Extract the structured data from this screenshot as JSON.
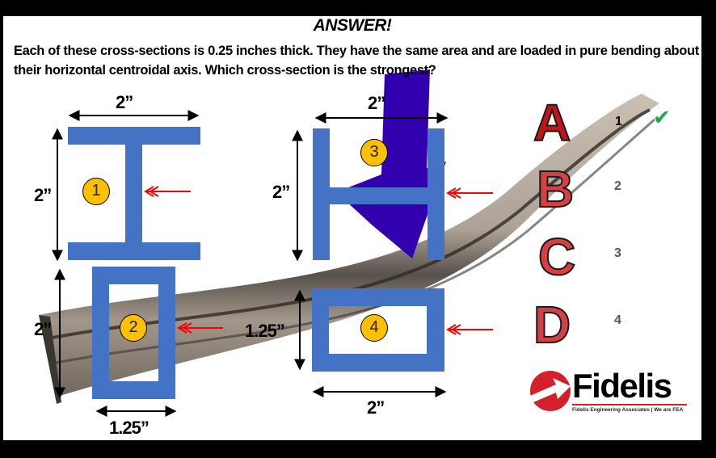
{
  "header": {
    "title": "ANSWER!",
    "prompt_plain": "Each of these cross-sections is 0.25 inches thick. They have the same area and are loaded in pure bending about their horizontal centroidal axis.",
    "prompt_question": "Which cross-section is the strongest?"
  },
  "sections": [
    {
      "id": "1",
      "shape": "I-beam",
      "width_label": "2”",
      "height_label": "2”"
    },
    {
      "id": "2",
      "shape": "tall-rectangular-tube",
      "width_label": "1.25”",
      "height_label": "2”"
    },
    {
      "id": "3",
      "shape": "H-section",
      "width_label": "2”",
      "height_label": "2”"
    },
    {
      "id": "4",
      "shape": "wide-rectangular-tube",
      "width_label": "2”",
      "height_label": "1.25”"
    }
  ],
  "options": [
    {
      "letter": "A",
      "value": "1",
      "correct": true
    },
    {
      "letter": "B",
      "value": "2",
      "correct": false
    },
    {
      "letter": "C",
      "value": "3",
      "correct": false
    },
    {
      "letter": "D",
      "value": "4",
      "correct": false
    }
  ],
  "correct_mark": "✔",
  "logo": {
    "name": "Fidelis",
    "tagline": "Fidelis Engineering Associates | We are FEA"
  },
  "colors": {
    "section_fill": "#4472c4",
    "badge_fill": "#ffc000",
    "load_arrow": "#ff0000",
    "big_arrow": "#3300b0",
    "option_letter": "#c0161b",
    "check": "#1fa84a",
    "beam": "#a89c90"
  }
}
